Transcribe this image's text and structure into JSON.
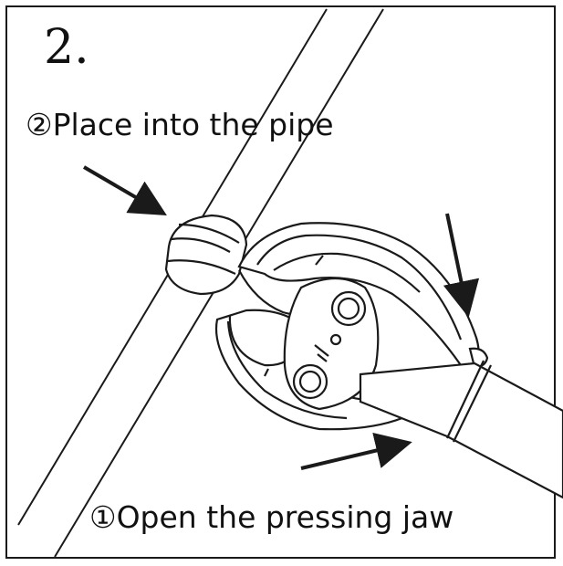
{
  "step": {
    "number": "2."
  },
  "callouts": {
    "place_pipe": "②Place into the pipe",
    "open_jaw": "①Open the pressing jaw"
  },
  "colors": {
    "line": "#1a1a1a",
    "background": "#ffffff"
  },
  "icons": [
    "arrow-icon"
  ]
}
